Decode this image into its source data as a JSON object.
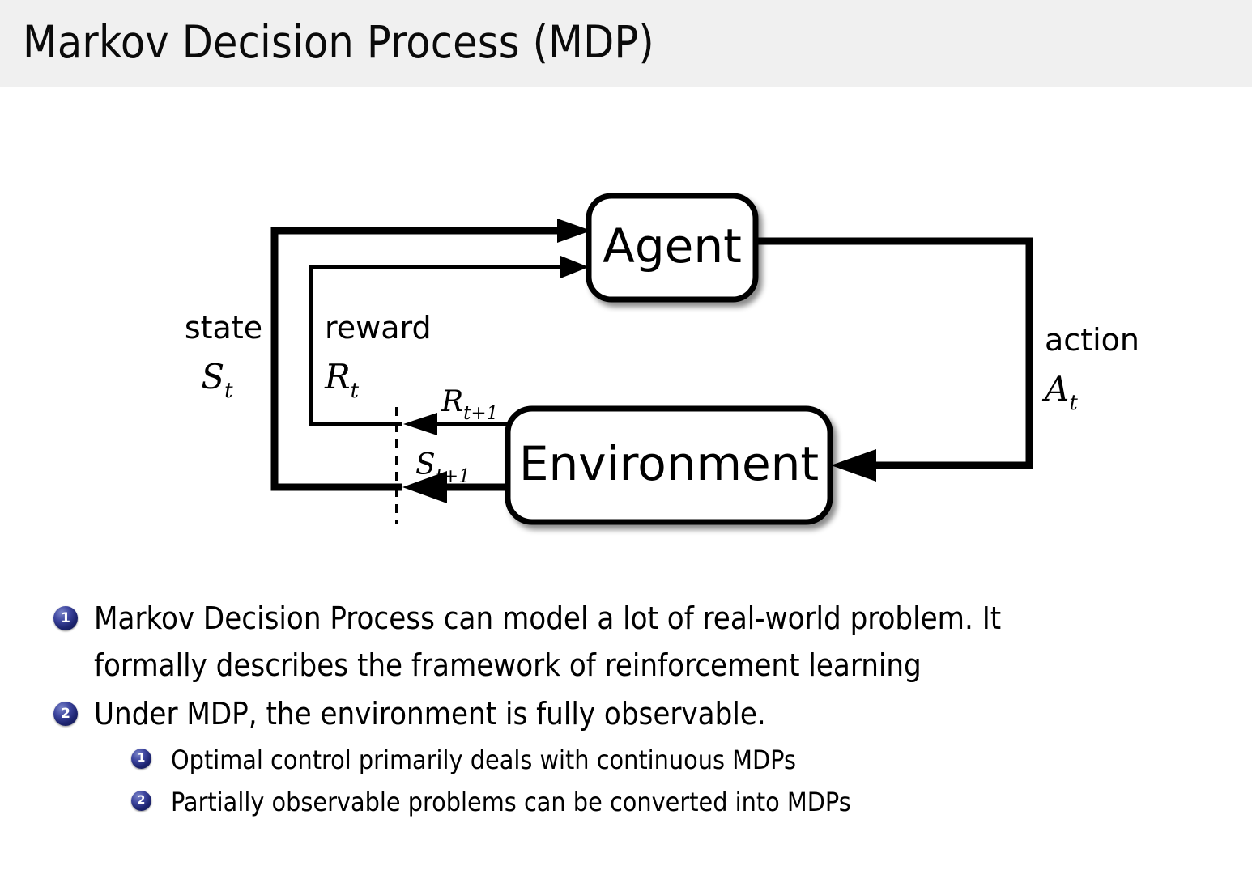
{
  "slide": {
    "title": "Markov Decision Process (MDP)",
    "header_bg": "#f0f0f0",
    "page_bg": "#ffffff",
    "bullet_color": "#1d2470"
  },
  "diagram": {
    "type": "agent-environment-interaction-loop",
    "nodes": [
      {
        "id": "agent",
        "label": "Agent"
      },
      {
        "id": "environment",
        "label": "Environment"
      }
    ],
    "edge_labels": {
      "state_word": "state",
      "state_symbol_base": "S",
      "state_symbol_sub": "t",
      "reward_word": "reward",
      "reward_symbol_base": "R",
      "reward_symbol_sub": "t",
      "action_word": "action",
      "action_symbol_base": "A",
      "action_symbol_sub": "t",
      "next_reward_base": "R",
      "next_reward_sub": "t+1",
      "next_state_base": "S",
      "next_state_sub": "t+1"
    }
  },
  "bullets": [
    {
      "number": "1",
      "level": 1,
      "lines": [
        "Markov Decision Process can model a lot of real-world problem. It",
        "formally describes the framework of reinforcement learning"
      ]
    },
    {
      "number": "2",
      "level": 1,
      "lines": [
        "Under MDP, the environment is fully observable."
      ]
    },
    {
      "number": "1",
      "level": 2,
      "lines": [
        "Optimal control primarily deals with continuous MDPs"
      ]
    },
    {
      "number": "2",
      "level": 2,
      "lines": [
        "Partially observable problems can be converted into MDPs"
      ]
    }
  ]
}
